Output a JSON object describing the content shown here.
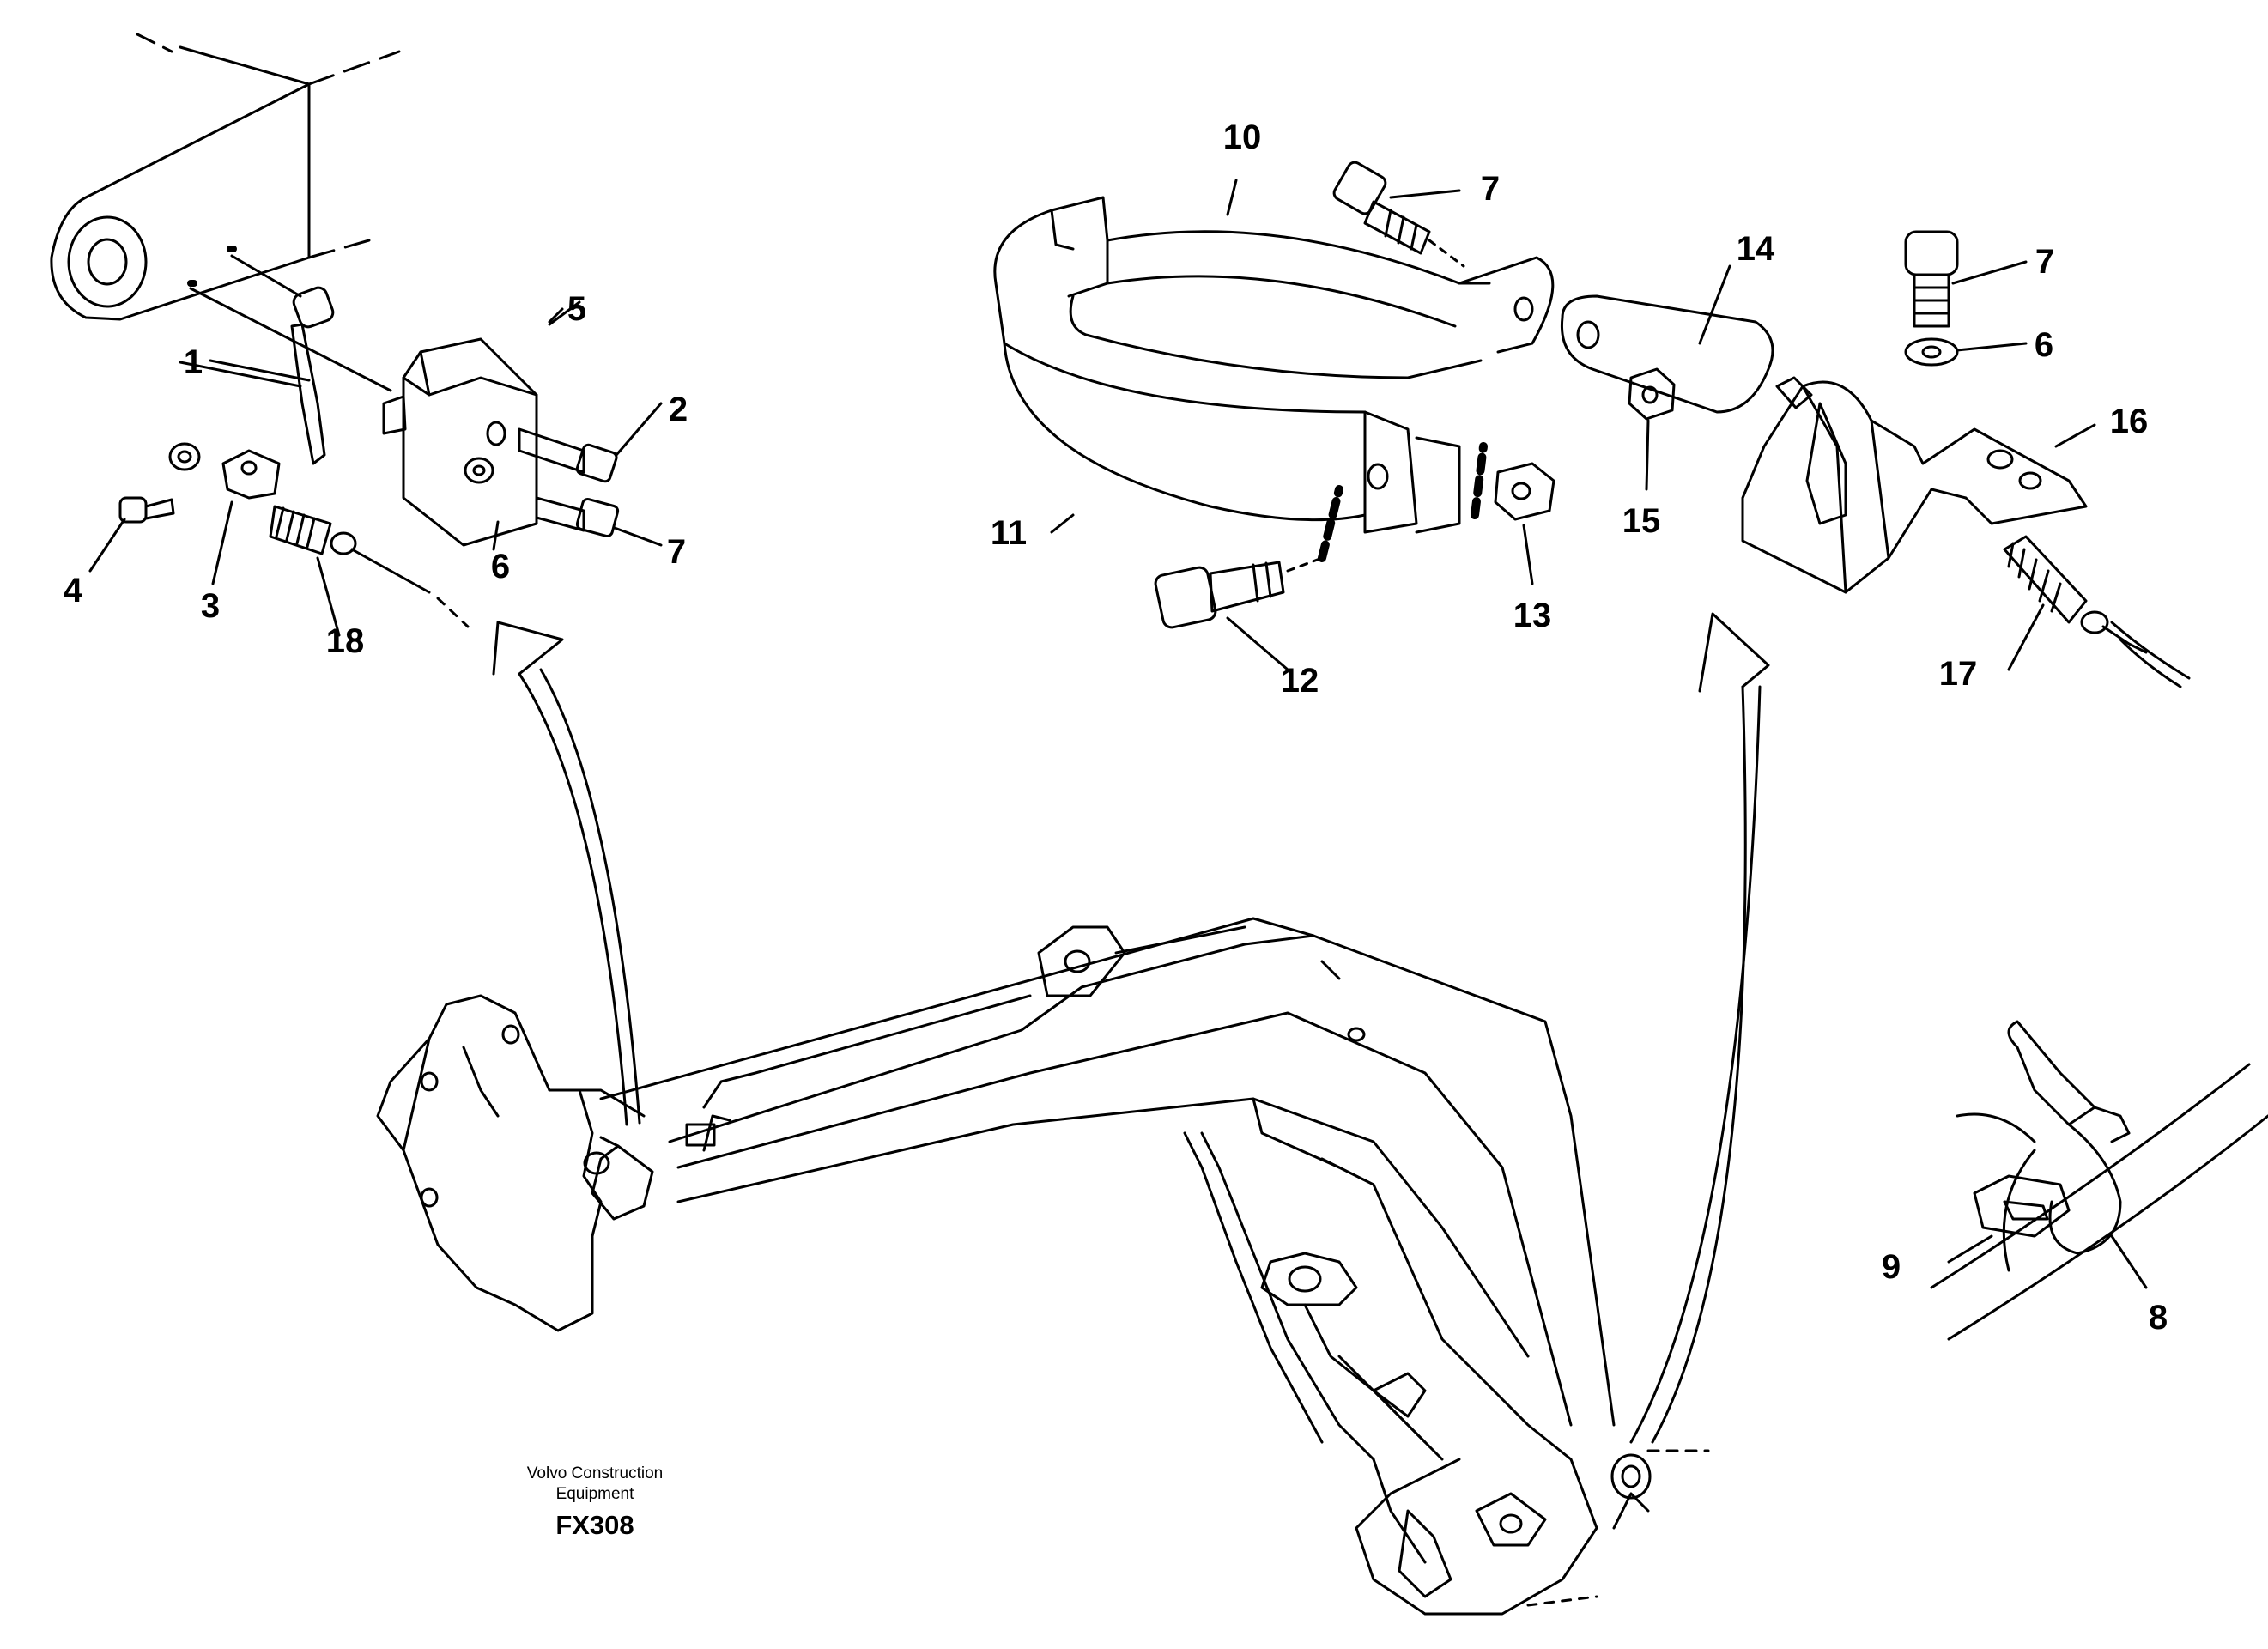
{
  "callouts": [
    "1",
    "2",
    "3",
    "4",
    "5",
    "6",
    "7",
    "7",
    "7",
    "6",
    "8",
    "9",
    "10",
    "11",
    "12",
    "13",
    "14",
    "15",
    "16",
    "17",
    "18"
  ],
  "caption": {
    "brand_line1": "Volvo Construction",
    "brand_line2": "Equipment",
    "figure_code": "FX308"
  }
}
